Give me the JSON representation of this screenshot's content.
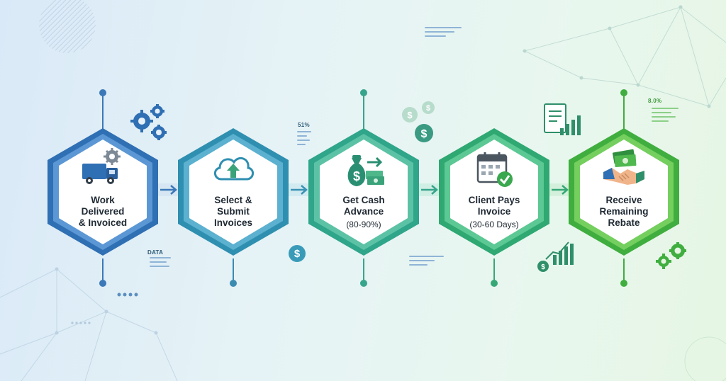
{
  "steps": [
    {
      "label_line1": "Work",
      "label_line2": "Delivered",
      "label_line3": "& Invoiced",
      "sub": "",
      "icon": "delivery-truck-icon",
      "color": "#2f6fb3",
      "color_light": "#5b97d4"
    },
    {
      "label_line1": "Select &",
      "label_line2": "Submit",
      "label_line3": "Invoices",
      "sub": "",
      "icon": "cloud-upload-icon",
      "color": "#2f8fb0",
      "color_light": "#5bb1cf"
    },
    {
      "label_line1": "Get Cash",
      "label_line2": "Advance",
      "label_line3": "",
      "sub": "(80-90%)",
      "icon": "money-bag-icon",
      "color": "#2fa58a",
      "color_light": "#5cc2a6"
    },
    {
      "label_line1": "Client Pays",
      "label_line2": "Invoice",
      "label_line3": "",
      "sub": "(30-60 Days)",
      "icon": "calendar-check-icon",
      "color": "#2fa872",
      "color_light": "#5cc894"
    },
    {
      "label_line1": "Receive",
      "label_line2": "Remaining",
      "label_line3": "Rebate",
      "sub": "",
      "icon": "handshake-money-icon",
      "color": "#3fae3f",
      "color_light": "#74cf5e"
    }
  ],
  "decorations": {
    "percent_1": "51%",
    "percent_2": "8.0%",
    "data_label": "DATA"
  },
  "colors": {
    "arrow": "#4fa3c9",
    "connector_blue": "#3b78b8",
    "connector_green": "#3fae3f"
  }
}
